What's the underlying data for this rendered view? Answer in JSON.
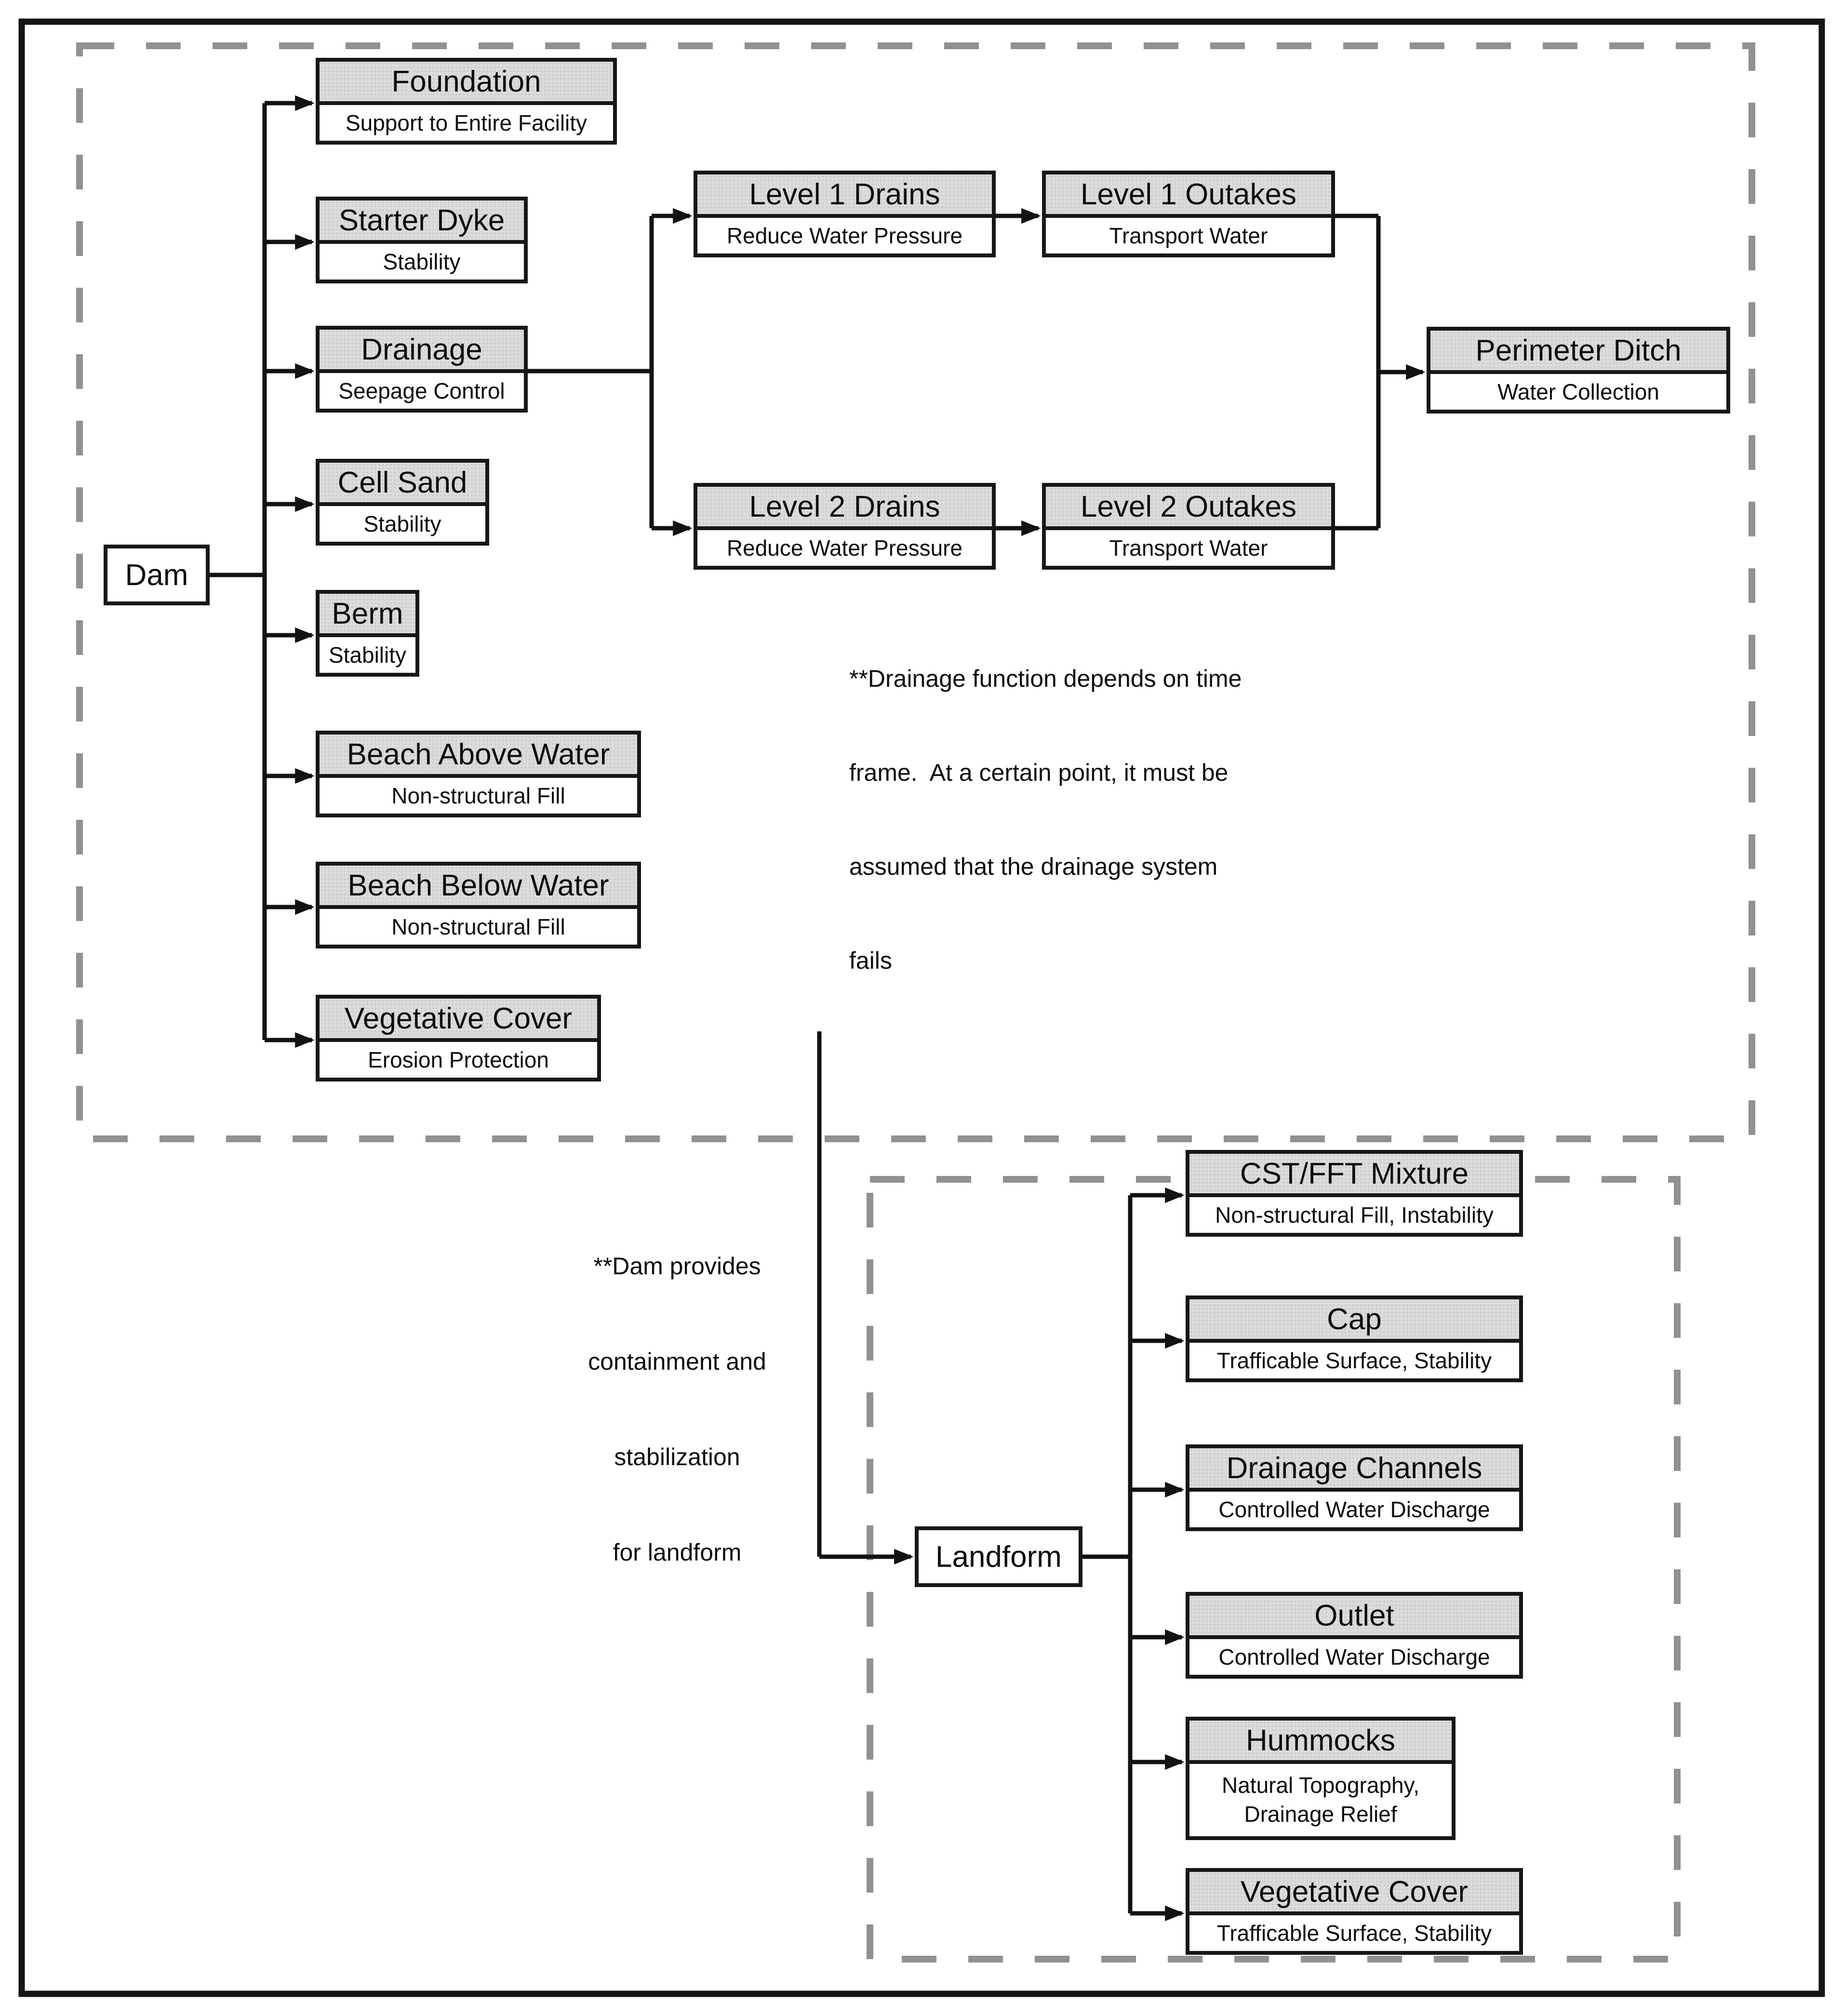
{
  "boxes": {
    "dam": {
      "label": "Dam"
    },
    "landform": {
      "label": "Landform"
    },
    "foundation": {
      "title": "Foundation",
      "subtitle": "Support to Entire Facility"
    },
    "starter_dyke": {
      "title": "Starter Dyke",
      "subtitle": "Stability"
    },
    "drainage": {
      "title": "Drainage",
      "subtitle": "Seepage Control"
    },
    "cell_sand": {
      "title": "Cell Sand",
      "subtitle": "Stability"
    },
    "berm": {
      "title": "Berm",
      "subtitle": "Stability"
    },
    "beach_above_water": {
      "title": "Beach Above Water",
      "subtitle": "Non-structural Fill"
    },
    "beach_below_water": {
      "title": "Beach Below Water",
      "subtitle": "Non-structural Fill"
    },
    "vegetative_cover_dam": {
      "title": "Vegetative Cover",
      "subtitle": "Erosion Protection"
    },
    "level_1_drains": {
      "title": "Level 1 Drains",
      "subtitle": "Reduce Water Pressure"
    },
    "level_1_outakes": {
      "title": "Level 1 Outakes",
      "subtitle": "Transport Water"
    },
    "level_2_drains": {
      "title": "Level 2 Drains",
      "subtitle": "Reduce Water Pressure"
    },
    "level_2_outakes": {
      "title": "Level 2 Outakes",
      "subtitle": "Transport Water"
    },
    "perimeter_ditch": {
      "title": "Perimeter Ditch",
      "subtitle": "Water Collection"
    },
    "cst_fft_mixture": {
      "title": "CST/FFT Mixture",
      "subtitle": "Non-structural Fill, Instability"
    },
    "cap": {
      "title": "Cap",
      "subtitle": "Trafficable Surface, Stability"
    },
    "drainage_channels": {
      "title": "Drainage Channels",
      "subtitle": "Controlled Water Discharge"
    },
    "outlet": {
      "title": "Outlet",
      "subtitle": "Controlled Water Discharge"
    },
    "hummocks": {
      "title": "Hummocks",
      "subtitle": "Natural Topography, Drainage Relief"
    },
    "vegetative_cover_landform": {
      "title": "Vegetative Cover",
      "subtitle": "Trafficable Surface, Stability"
    }
  },
  "notes": {
    "drainage": {
      "lines": [
        "**Drainage function depends on time",
        "frame.  At a certain point, it must be",
        "assumed that the drainage system",
        "fails"
      ]
    },
    "dam": {
      "lines": [
        "**Dam provides",
        "containment and",
        "stabilization",
        "for landform"
      ]
    }
  },
  "colors": {
    "box_header_bg": "#dbdbdb",
    "box_border": "#171717",
    "connector": "#121212",
    "dashed_group_border": "#919191",
    "background": "#ffffff"
  }
}
